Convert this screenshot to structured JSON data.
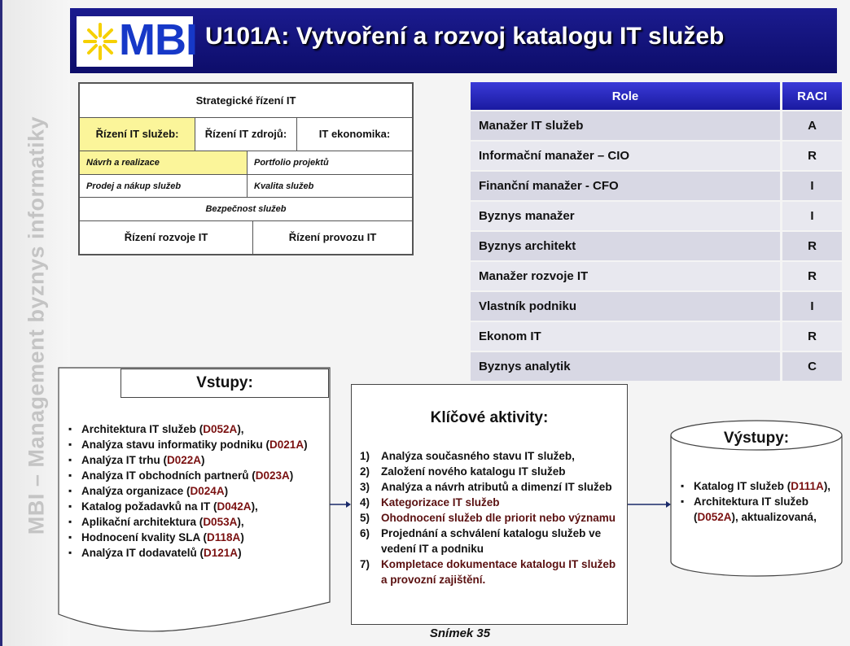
{
  "side_text": "MBI – Management byznys informatiky",
  "logo": {
    "text": "MBI"
  },
  "title": "U101A: Vytvoření a rozvoj katalogu IT služeb",
  "framework": {
    "top": "Strategické řízení IT",
    "row2": [
      "Řízení IT služeb:",
      "Řízení IT zdrojů:",
      "IT ekonomika:"
    ],
    "row3": [
      "Návrh a realizace",
      "Portfolio projektů"
    ],
    "row4": [
      "Prodej a nákup služeb",
      "Kvalita služeb"
    ],
    "row5": "Bezpečnost služeb",
    "row6": [
      "Řízení rozvoje IT",
      "Řízení provozu IT"
    ]
  },
  "raci": {
    "headers": {
      "role": "Role",
      "raci": "RACI"
    },
    "rows": [
      {
        "role": "Manažer IT služeb",
        "raci": "A"
      },
      {
        "role": "Informační manažer – CIO",
        "raci": "R"
      },
      {
        "role": "Finanční manažer - CFO",
        "raci": "I"
      },
      {
        "role": "Byznys manažer",
        "raci": "I"
      },
      {
        "role": "Byznys architekt",
        "raci": "R"
      },
      {
        "role": "Manažer rozvoje IT",
        "raci": "R"
      },
      {
        "role": "Vlastník podniku",
        "raci": "I"
      },
      {
        "role": "Ekonom IT",
        "raci": "R"
      },
      {
        "role": "Byznys analytik",
        "raci": "C"
      }
    ]
  },
  "inputs": {
    "title": "Vstupy:",
    "items": [
      {
        "text": "Architektura IT služeb (",
        "code": "D052A",
        "after": "),"
      },
      {
        "text": "Analýza stavu informatiky podniku (",
        "code": "D021A",
        "after": ")"
      },
      {
        "text": "Analýza IT trhu (",
        "code": "D022A",
        "after": ")"
      },
      {
        "text": "Analýza IT obchodních partnerů (",
        "code": "D023A",
        "after": ")"
      },
      {
        "text": "Analýza organizace (",
        "code": "D024A",
        "after": ")"
      },
      {
        "text": "Katalog požadavků na IT (",
        "code": "D042A",
        "after": "),"
      },
      {
        "text": "Aplikační architektura (",
        "code": "D053A",
        "after": "),"
      },
      {
        "text": "Hodnocení kvality SLA (",
        "code": "D118A",
        "after": ")"
      },
      {
        "text": "Analýza IT dodavatelů (",
        "code": "D121A",
        "after": ")"
      }
    ]
  },
  "activities": {
    "title": "Klíčové aktivity:",
    "items": [
      {
        "num": "1)",
        "text": "Analýza současného stavu IT služeb,"
      },
      {
        "num": "2)",
        "text": "Založení nového katalogu IT služeb"
      },
      {
        "num": "3)",
        "text": "Analýza a návrh atributů a dimenzí IT služeb"
      },
      {
        "num": "4)",
        "text": "Kategorizace IT služeb"
      },
      {
        "num": "5)",
        "text": "Ohodnocení služeb dle priorit nebo významu"
      },
      {
        "num": "6)",
        "text": "Projednání a schválení katalogu služeb ve vedení IT a podniku"
      },
      {
        "num": "7)",
        "text": "Kompletace dokumentace katalogu IT služeb a provozní zajištění."
      }
    ]
  },
  "outputs": {
    "title": "Výstupy:",
    "items": [
      {
        "text": "Katalog IT služeb (",
        "code": "D111A",
        "after": "),"
      },
      {
        "text": "Architektura IT služeb (",
        "code": "D052A",
        "after": "), aktualizovaná,"
      }
    ]
  },
  "footer": "Snímek  35",
  "colors": {
    "header": "#14147e",
    "accent": "#1638c8",
    "highlight": "#fbf59a",
    "code": "#7a1010"
  }
}
